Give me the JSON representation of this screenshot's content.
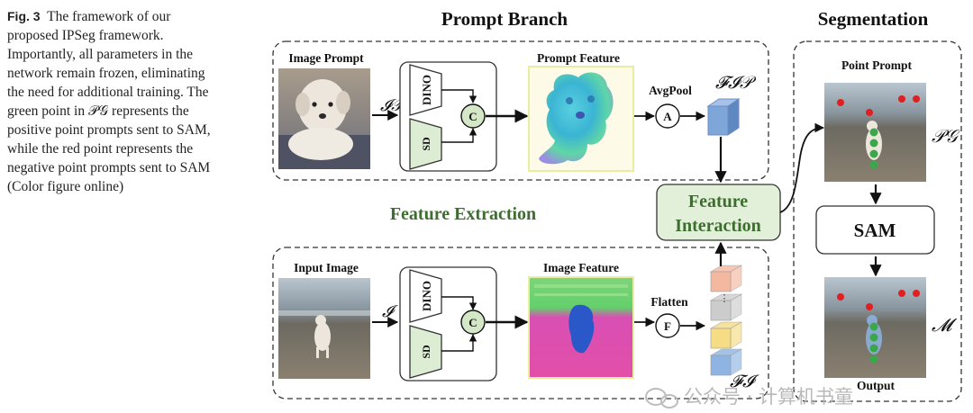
{
  "caption": {
    "fig_label": "Fig. 3",
    "text": "The framework of our proposed IPSeg framework. Importantly, all parameters in the network remain frozen, eliminating the need for additional training. The green point in 𝒫𝒢 represents the positive point prompts sent to SAM, while the red point represents the negative point prompts sent to SAM (Color figure online)"
  },
  "sections": {
    "prompt_branch": "Prompt Branch",
    "segmentation": "Segmentation",
    "feature_extraction": "Feature Extraction"
  },
  "prompt_branch": {
    "image_label": "Image Prompt",
    "image_symbol": "𝓘𝒫",
    "dino": "DINO",
    "sd": "SD",
    "concat": "C",
    "feature_label": "Prompt Feature",
    "pool_label": "AvgPool",
    "pool_op": "A",
    "feature_symbol": "𝓕𝓘𝒫"
  },
  "input_branch": {
    "image_label": "Input Image",
    "image_symbol": "𝓘",
    "dino": "DINO",
    "sd": "SD",
    "concat": "C",
    "feature_label": "Image Feature",
    "flatten_label": "Flatten",
    "flatten_op": "F",
    "feature_symbol": "𝓕𝓘",
    "stack_dots": "⋮"
  },
  "interaction": {
    "line1": "Feature",
    "line2": "Interaction"
  },
  "segmentation": {
    "point_prompt_label": "Point Prompt",
    "pg_symbol": "𝒫𝒢",
    "sam_label": "SAM",
    "m_symbol": "𝓜",
    "output_label": "Output"
  },
  "watermark": "公众号 · 计算机书童",
  "colors": {
    "encoder_fill": "#dcedd3",
    "interaction_fill": "#e2f0d9",
    "concat_fill": "#d4e8c8",
    "feature_text": "#3d6e2f",
    "vector_blue": "#7fa6d8",
    "stack_colors": [
      "#f4b8a0",
      "#cccccc",
      "#f6dc84",
      "#8db4e2"
    ],
    "negative_point": "#e02020",
    "positive_point": "#3aa84a"
  }
}
